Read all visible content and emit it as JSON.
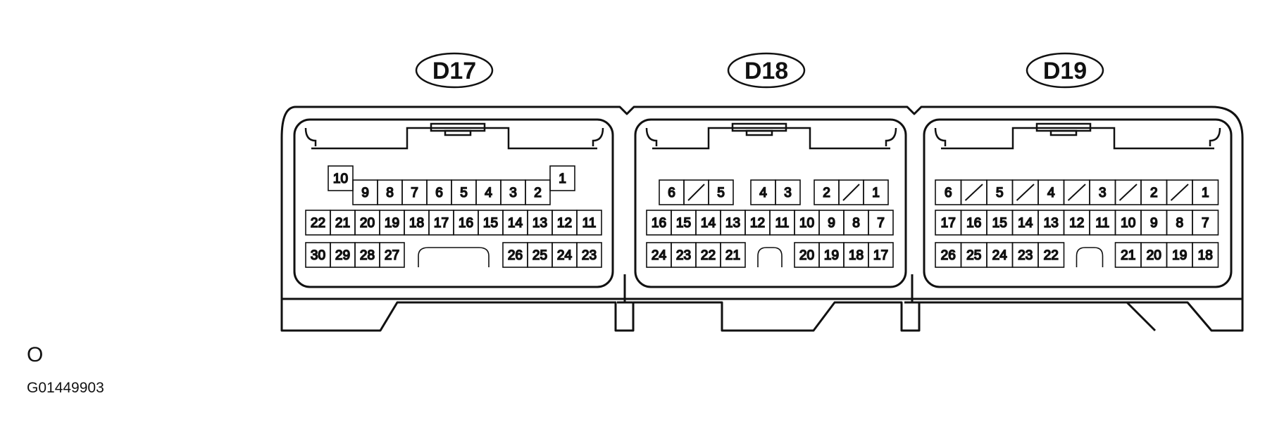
{
  "connectors": [
    {
      "id": "D17",
      "rows": [
        [
          "10",
          "9",
          "8",
          "7",
          "6",
          "5",
          "4",
          "3",
          "2",
          "1"
        ],
        [
          "22",
          "21",
          "20",
          "19",
          "18",
          "17",
          "16",
          "15",
          "14",
          "13",
          "12",
          "11"
        ],
        [
          "30",
          "29",
          "28",
          "27",
          "26",
          "25",
          "24",
          "23"
        ]
      ]
    },
    {
      "id": "D18",
      "rows": [
        [
          "6",
          "5",
          "4",
          "3",
          "2",
          "1"
        ],
        [
          "16",
          "15",
          "14",
          "13",
          "12",
          "11",
          "10",
          "9",
          "8",
          "7"
        ],
        [
          "24",
          "23",
          "22",
          "21",
          "20",
          "19",
          "18",
          "17"
        ]
      ]
    },
    {
      "id": "D19",
      "rows": [
        [
          "6",
          "5",
          "4",
          "3",
          "2",
          "1"
        ],
        [
          "17",
          "16",
          "15",
          "14",
          "13",
          "12",
          "11",
          "10",
          "9",
          "8",
          "7"
        ],
        [
          "26",
          "25",
          "24",
          "23",
          "22",
          "21",
          "20",
          "19",
          "18"
        ]
      ]
    }
  ],
  "figure_note": "O",
  "figure_id": "G01449903",
  "colors": {
    "line": "#111111",
    "background": "#ffffff"
  }
}
